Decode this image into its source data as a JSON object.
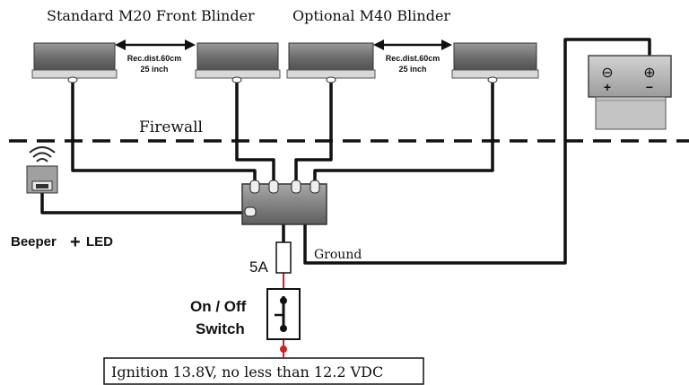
{
  "labels": {
    "standard_blinder": "Standard M20 Front Blinder",
    "optional_blinder": "Optional M40 Blinder",
    "rec_dist_line1": "Rec.dist.60cm",
    "rec_dist_line2": "25 inch",
    "firewall": "Firewall",
    "beeper_led_part1": "Beeper",
    "beeper_led_plus": "+",
    "beeper_led_part2": "LED",
    "ground": "Ground",
    "fuse": "5A",
    "switch_line1": "On / Off",
    "switch_line2": "Switch",
    "ignition": "Ignition 13.8V, no less than 12.2 VDC",
    "battery_neg_top": "⊖",
    "battery_pos_top": "⊕",
    "battery_plus": "+",
    "battery_minus": "−"
  },
  "colors": {
    "wire": "#111111",
    "ignition_wire": "#cc2222",
    "blinder_body": "#6d6d6d",
    "blinder_lens": "#c9c9c9",
    "hub_body": "#7a7a7a",
    "battery_body": "#b5b5b5"
  }
}
